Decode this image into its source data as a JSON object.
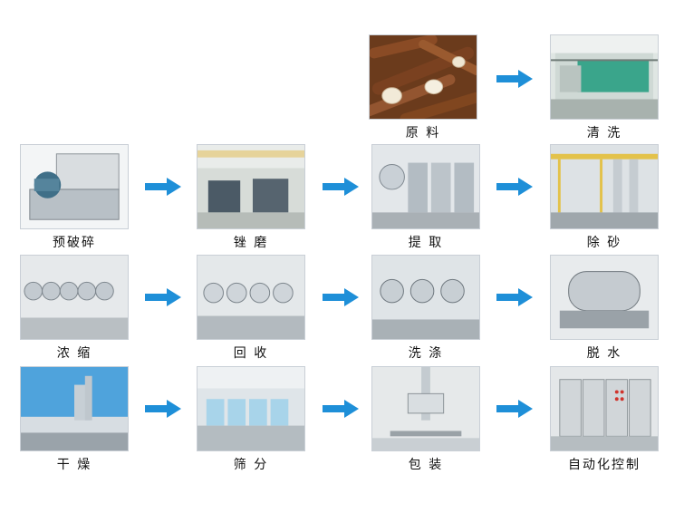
{
  "steps": [
    {
      "id": "raw-material",
      "label": "原 料"
    },
    {
      "id": "washing",
      "label": "清 洗"
    },
    {
      "id": "pre-crushing",
      "label": "预破碎"
    },
    {
      "id": "hammer-mill",
      "label": "锉 磨"
    },
    {
      "id": "extraction",
      "label": "提 取"
    },
    {
      "id": "desanding",
      "label": "除 砂"
    },
    {
      "id": "concentration",
      "label": "浓 缩"
    },
    {
      "id": "recovery",
      "label": "回 收"
    },
    {
      "id": "washing-2",
      "label": "洗 涤"
    },
    {
      "id": "dewatering",
      "label": "脱 水"
    },
    {
      "id": "drying",
      "label": "干 燥"
    },
    {
      "id": "sieving",
      "label": "筛 分"
    },
    {
      "id": "packing",
      "label": "包 装"
    },
    {
      "id": "automation",
      "label": "自动化控制"
    }
  ],
  "colors": {
    "arrow": "#1e8fd8",
    "label": "#111111"
  }
}
